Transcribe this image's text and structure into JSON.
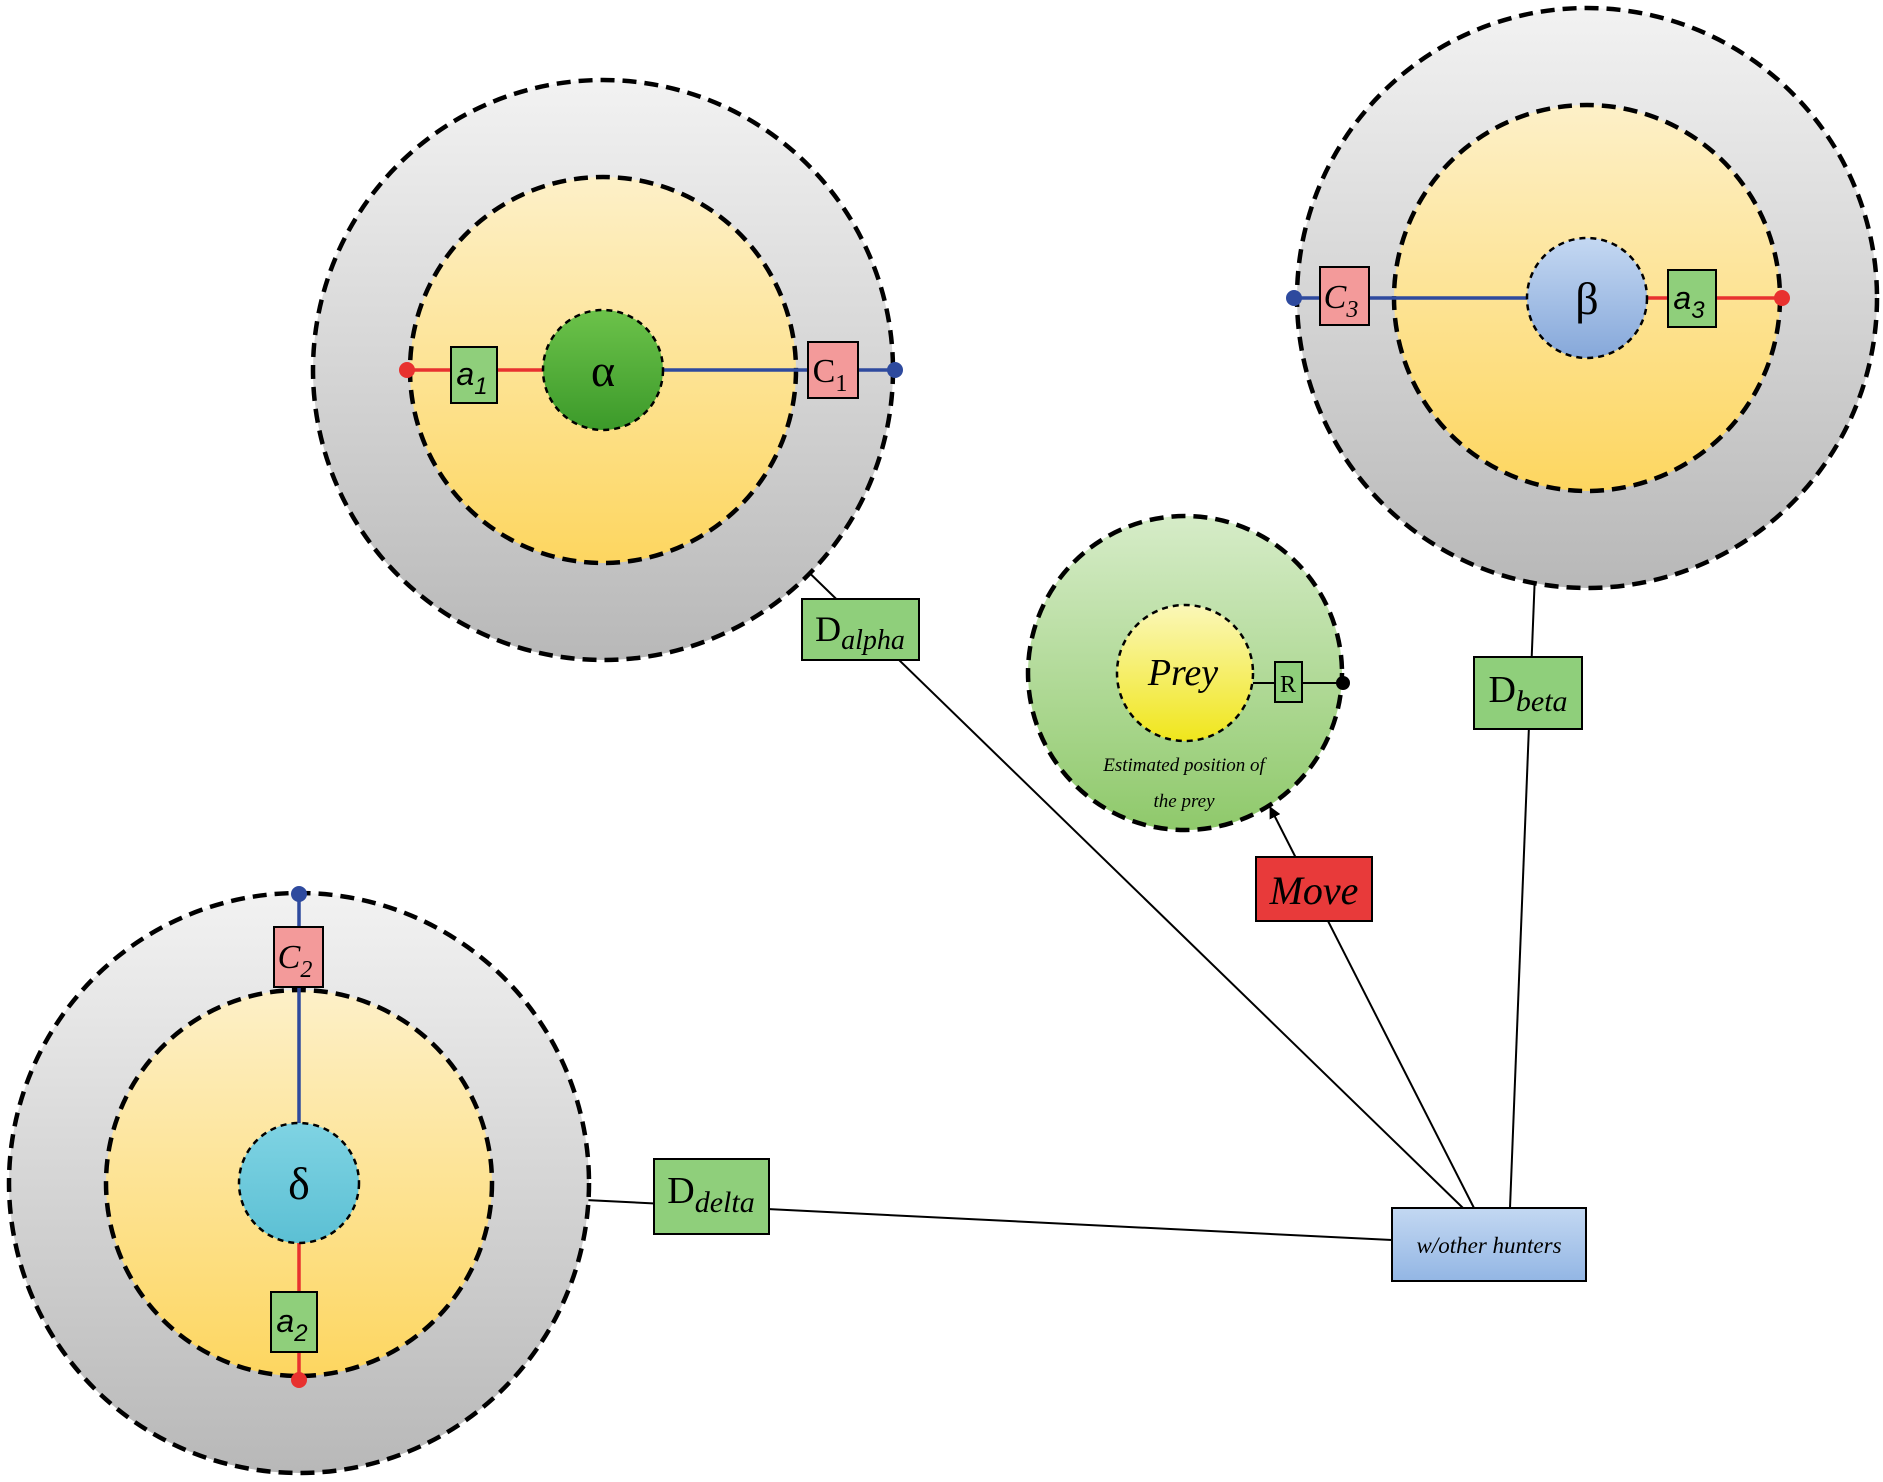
{
  "wolves": {
    "alpha": {
      "symbol": "α",
      "a_base": "a",
      "a_sub": "1",
      "c_base": "C",
      "c_sub": "1"
    },
    "beta": {
      "symbol": "β",
      "a_base": "a",
      "a_sub": "3",
      "c_base": "C",
      "c_sub": "3"
    },
    "delta": {
      "symbol": "δ",
      "a_base": "a",
      "a_sub": "2",
      "c_base": "C",
      "c_sub": "2"
    }
  },
  "prey": {
    "label": "Prey",
    "r_label": "R",
    "caption_line1": "Estimated position of",
    "caption_line2": "the prey"
  },
  "distances": {
    "alpha": {
      "base": "D",
      "sub": "alpha"
    },
    "beta": {
      "base": "D",
      "sub": "beta"
    },
    "delta": {
      "base": "D",
      "sub": "delta"
    }
  },
  "move_label": "Move",
  "hunters_label": "w/other hunters",
  "colors": {
    "ring_gray": "#c4c4c4",
    "inner_yellow": "#fdd970",
    "alpha_green": "#4cb035",
    "beta_blue": "#9dbce6",
    "delta_cyan": "#6ccbdc",
    "prey_green": "#a9d58b",
    "prey_yellow": "#f4ea2a",
    "label_green": "#8fcf7b",
    "label_pink": "#f39a9a",
    "move_red": "#e83a3a",
    "hunters_blue": "#aac7ea",
    "line_red": "#e8312f",
    "line_blue": "#2e4a9e"
  }
}
